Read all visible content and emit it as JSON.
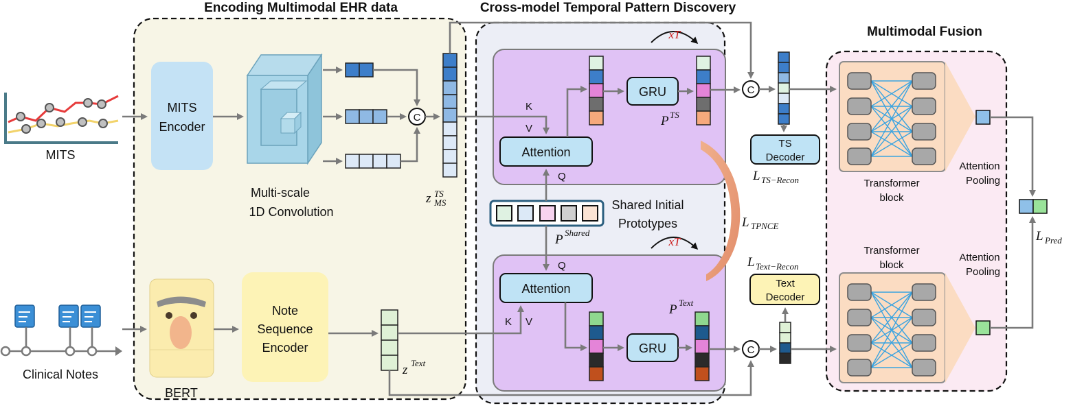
{
  "sections": {
    "encoding": "Encoding Multimodal EHR data",
    "discovery": "Cross-model Temporal Pattern Discovery",
    "fusion": "Multimodal Fusion"
  },
  "encoding": {
    "mits_label": "MITS",
    "mits_encoder": [
      "MITS",
      "Encoder"
    ],
    "conv_label": [
      "Multi-scale",
      "1D Convolution"
    ],
    "notes_label": "Clinical Notes",
    "bert_label": "BERT",
    "note_encoder": [
      "Note",
      "Sequence",
      "Encoder"
    ],
    "z_ms_base": "z",
    "z_ms_sup": "TS",
    "z_ms_sub": "MS",
    "z_text_base": "z",
    "z_text_sup": "Text"
  },
  "discovery": {
    "attention": "Attention",
    "gru": "GRU",
    "k": "K",
    "v": "V",
    "q": "Q",
    "loop": "xT",
    "p_ts_base": "P",
    "p_ts_sup": "TS",
    "p_text_base": "P",
    "p_text_sup": "Text",
    "p_shared_base": "P",
    "p_shared_sup": "Shared",
    "shared_label": [
      "Shared Initial",
      "Prototypes"
    ],
    "concat": "C"
  },
  "decoders": {
    "ts": [
      "TS",
      "Decoder"
    ],
    "text": [
      "Text",
      "Decoder"
    ]
  },
  "losses": {
    "ts_recon": {
      "base": "L",
      "sub": "TS−Recon"
    },
    "tpnce": {
      "base": "L",
      "sub": "TPNCE"
    },
    "text_recon": {
      "base": "L",
      "sub": "Text−Recon"
    },
    "pred": {
      "base": "L",
      "sub": "Pred"
    }
  },
  "fusion": {
    "transformer": [
      "Transformer",
      "block"
    ],
    "pooling": [
      "Attention",
      "Pooling"
    ]
  },
  "colors": {
    "mits_encoder": "#c4e2f5",
    "note_encoder": "#fdf3b6",
    "encoding_panel": "#f7f5e6",
    "discovery_panel": "#eceef6",
    "inner_panel": "#e0c2f5",
    "fusion_panel": "#fbeaf3",
    "transformer": "#fbdcc2",
    "attention_box": "#bfe3f5",
    "loss_arc": "#eba27f",
    "loop_text": "#cc1b1b"
  }
}
